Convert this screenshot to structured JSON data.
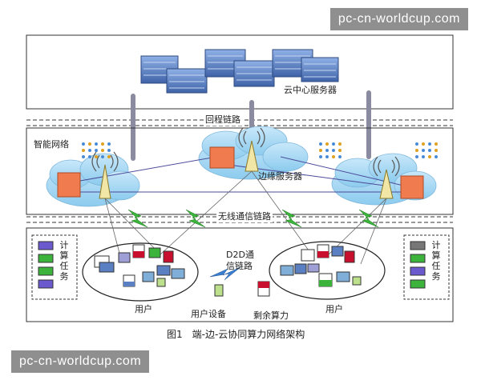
{
  "watermark": {
    "top_right": "pc-cn-worldcup.com",
    "bottom_left": "pc-cn-worldcup.com"
  },
  "diagram": {
    "cloud_center_label": "云中心服务器",
    "backhaul_label": "回程链路",
    "smart_network_label": "智能网络",
    "edge_server_label": "边缘服务器",
    "wireless_link_label": "无线通信链路",
    "d2d_label_line1": "D2D通",
    "d2d_label_line2": "信链路",
    "compute_task_left": [
      "计",
      "算",
      "任",
      "务"
    ],
    "compute_task_right": [
      "计",
      "算",
      "任",
      "务"
    ],
    "user_left_label": "用户",
    "user_right_label": "用户",
    "user_device_label": "用户设备",
    "remaining_power_label": "剩余算力",
    "caption": "图1　端-边-云协同算力网络架构"
  },
  "colors": {
    "cloud_blue": "#9fd3f0",
    "server_blue": "#5a7fc2",
    "edge_orange": "#f07b4f",
    "link_green": "#3cb43c",
    "backhaul_gray": "#8a8aa0",
    "red_accent": "#c8102e"
  }
}
